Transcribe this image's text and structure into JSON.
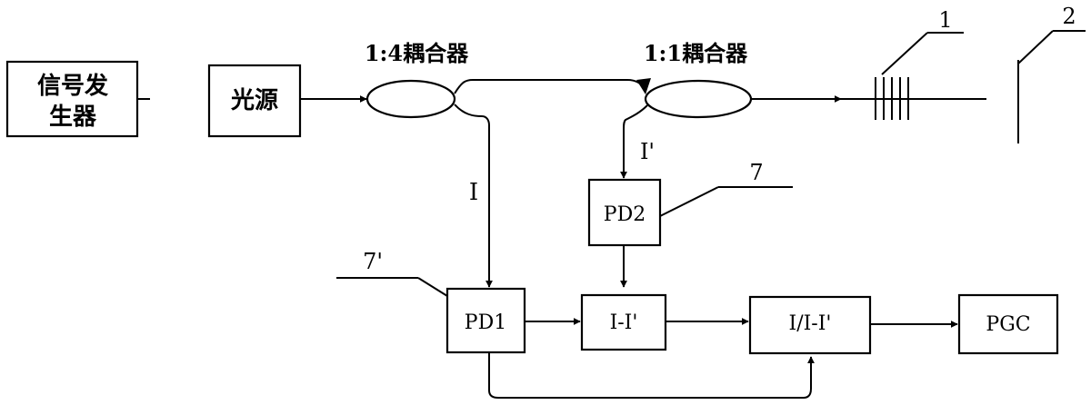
{
  "boxes": {
    "signal_generator": [
      "信号发",
      "生器"
    ],
    "light_source": "光源",
    "pd1": "PD1",
    "pd2": "PD2",
    "subtract": "I-I'",
    "divide": "I/I-I'",
    "pgc": "PGC"
  },
  "couplers": {
    "coupler_1_4": "1:4耦合器",
    "coupler_1_1": "1:1耦合器"
  },
  "signals": {
    "i": "I",
    "i_prime": "I'"
  },
  "callouts": {
    "label_1": "1",
    "label_2": "2",
    "label_7": "7",
    "label_7_prime": "7'"
  }
}
